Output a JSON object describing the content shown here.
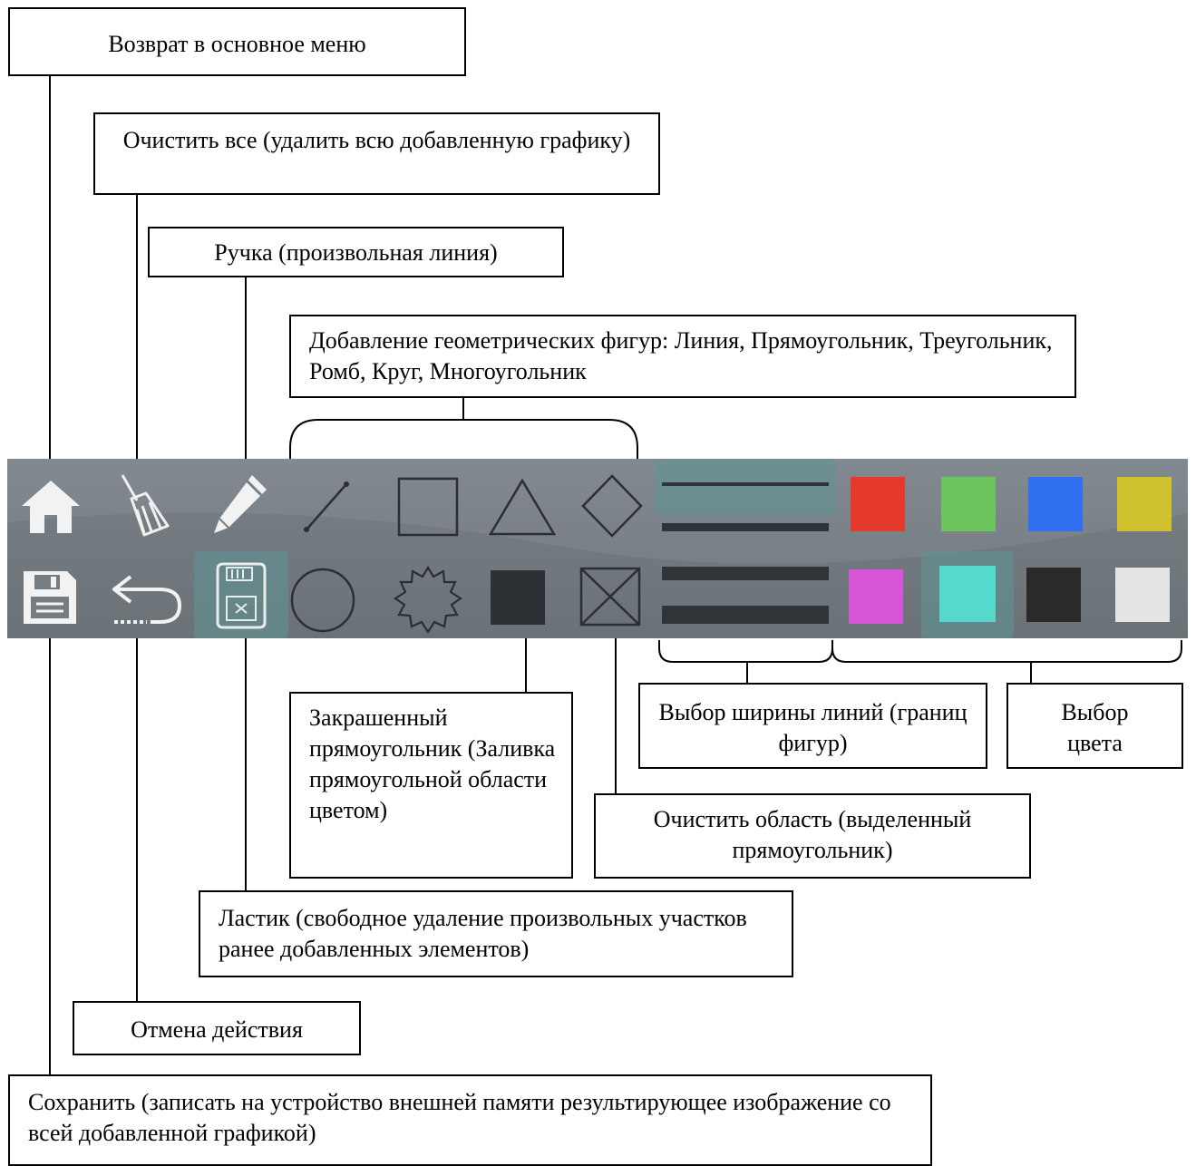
{
  "callouts": {
    "home": "Возврат в основное меню",
    "clear_all": "Очистить все (удалить всю добавленную графику)",
    "pen": "Ручка (произвольная линия)",
    "shapes": "Добавление геометрических фигур: Линия, Прямоугольник, Треугольник, Ромб, Круг, Многоугольник",
    "filled_rect": "Закрашенный прямоугольник (Заливка прямоугольной области цветом)",
    "clear_area": "Очистить область (выделенный прямоугольник)",
    "line_width": "Выбор ширины линий (границ фигур)",
    "color": "Выбор цвета",
    "eraser": "Ластик (свободное удаление произвольных участков ранее добавленных элементов)",
    "undo": "Отмена действия",
    "save": "Сохранить (записать на устройство внешней памяти результирующее изображение со всей добавленной графикой)"
  },
  "toolbar": {
    "row1_icons": [
      "home-icon",
      "broom-icon",
      "pencil-icon",
      "line-icon",
      "rectangle-icon",
      "triangle-icon",
      "rhombus-icon"
    ],
    "row2_icons": [
      "save-icon",
      "undo-icon",
      "eraser-icon",
      "circle-icon",
      "polygon-icon",
      "filled-rectangle-icon",
      "clear-area-icon"
    ],
    "colors_row1": [
      "#e53a2b",
      "#6cc45c",
      "#2f6ff0",
      "#cfc22e"
    ],
    "colors_row2": [
      "#d655d6",
      "#55d9cc",
      "#2a2a2a",
      "#e4e4e4"
    ],
    "selected_color": "#55d9cc",
    "line_widths": [
      "thin",
      "medium",
      "thick",
      "thicker"
    ]
  }
}
